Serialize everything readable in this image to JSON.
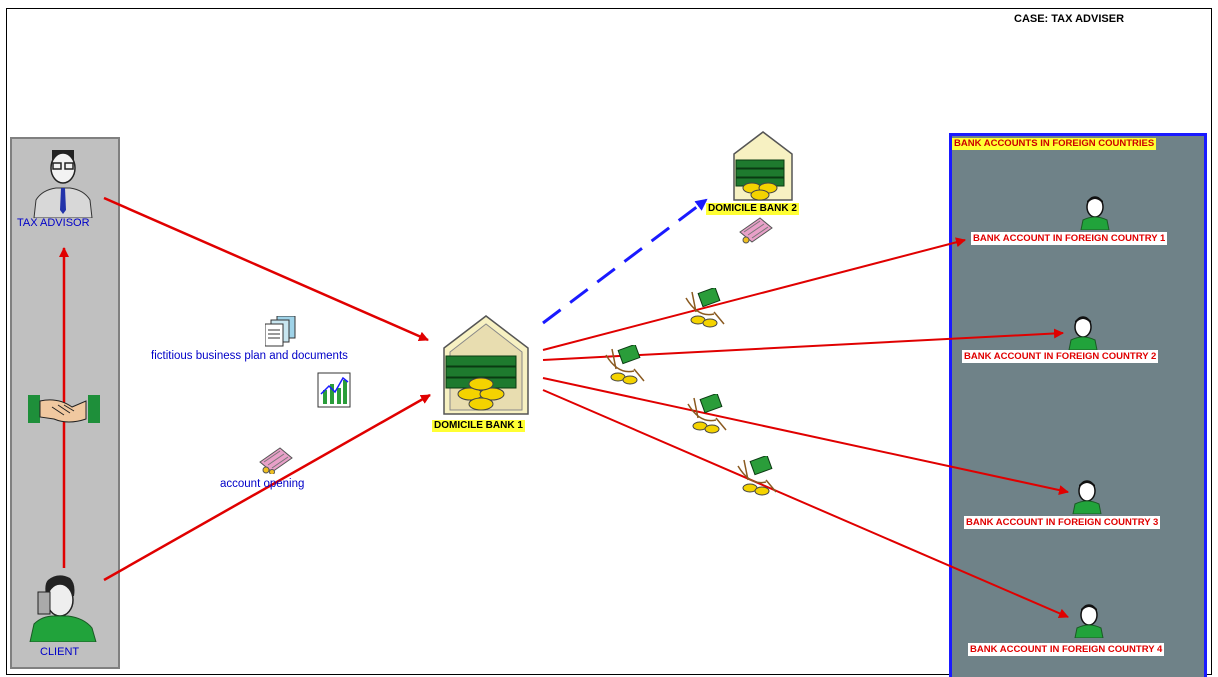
{
  "case_title": "CASE: TAX ADVISER",
  "left_panel": {
    "tax_advisor": "TAX ADVISOR",
    "client": "CLIENT"
  },
  "center": {
    "documents_label": "fictitious business plan and documents",
    "account_opening_label": "account opening",
    "bank1_label": "DOMICILE BANK 1",
    "bank2_label": "DOMICILE BANK 2"
  },
  "right_panel": {
    "header": "BANK ACCOUNTS IN FOREIGN COUNTRIES",
    "accounts": [
      "BANK ACCOUNT IN  FOREIGN COUNTRY 1",
      "BANK ACCOUNT IN FOREIGN COUNTRY 2",
      "BANK ACCOUNT IN FOREIGN COUNTRY 3",
      "BANK ACCOUNT IN FOREIGN COUNTRY 4"
    ]
  },
  "colors": {
    "arrow": "#e00000",
    "dashed_arrow": "#1a1aff",
    "label_blue": "#0000c8",
    "bank_label_bg": "#ffff33"
  },
  "icons": [
    "person-icon",
    "handshake-icon",
    "documents-icon",
    "chart-icon",
    "bank-vault-icon",
    "card-icon",
    "money-flow-icon",
    "account-holder-icon"
  ]
}
